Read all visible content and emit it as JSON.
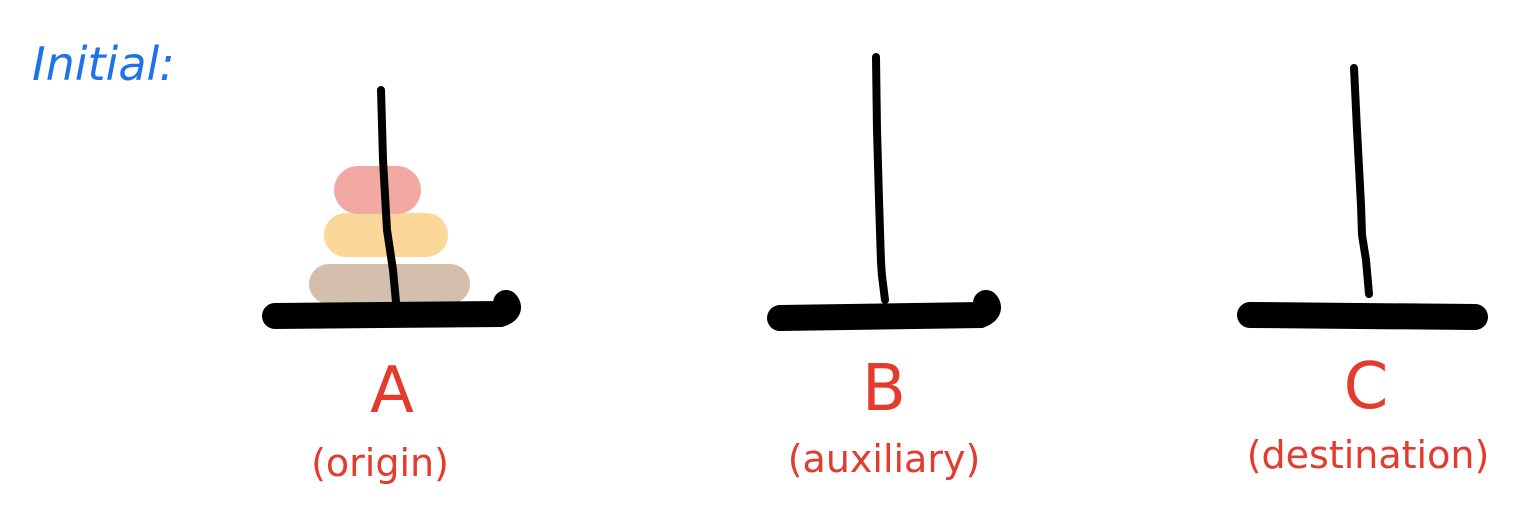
{
  "heading": "Initial:",
  "colors": {
    "heading": "#1f73e8",
    "labels": "#e33b2e",
    "ink": "#000000",
    "disk_small": "#f3a9a3",
    "disk_medium": "#fbd79a",
    "disk_large": "#d3bfab"
  },
  "pegs": [
    {
      "letter": "A",
      "role": "(origin)",
      "disks": [
        {
          "size": "small",
          "color_key": "disk_small"
        },
        {
          "size": "medium",
          "color_key": "disk_medium"
        },
        {
          "size": "large",
          "color_key": "disk_large"
        }
      ]
    },
    {
      "letter": "B",
      "role": "(auxiliary)",
      "disks": []
    },
    {
      "letter": "C",
      "role": "(destination)",
      "disks": []
    }
  ]
}
